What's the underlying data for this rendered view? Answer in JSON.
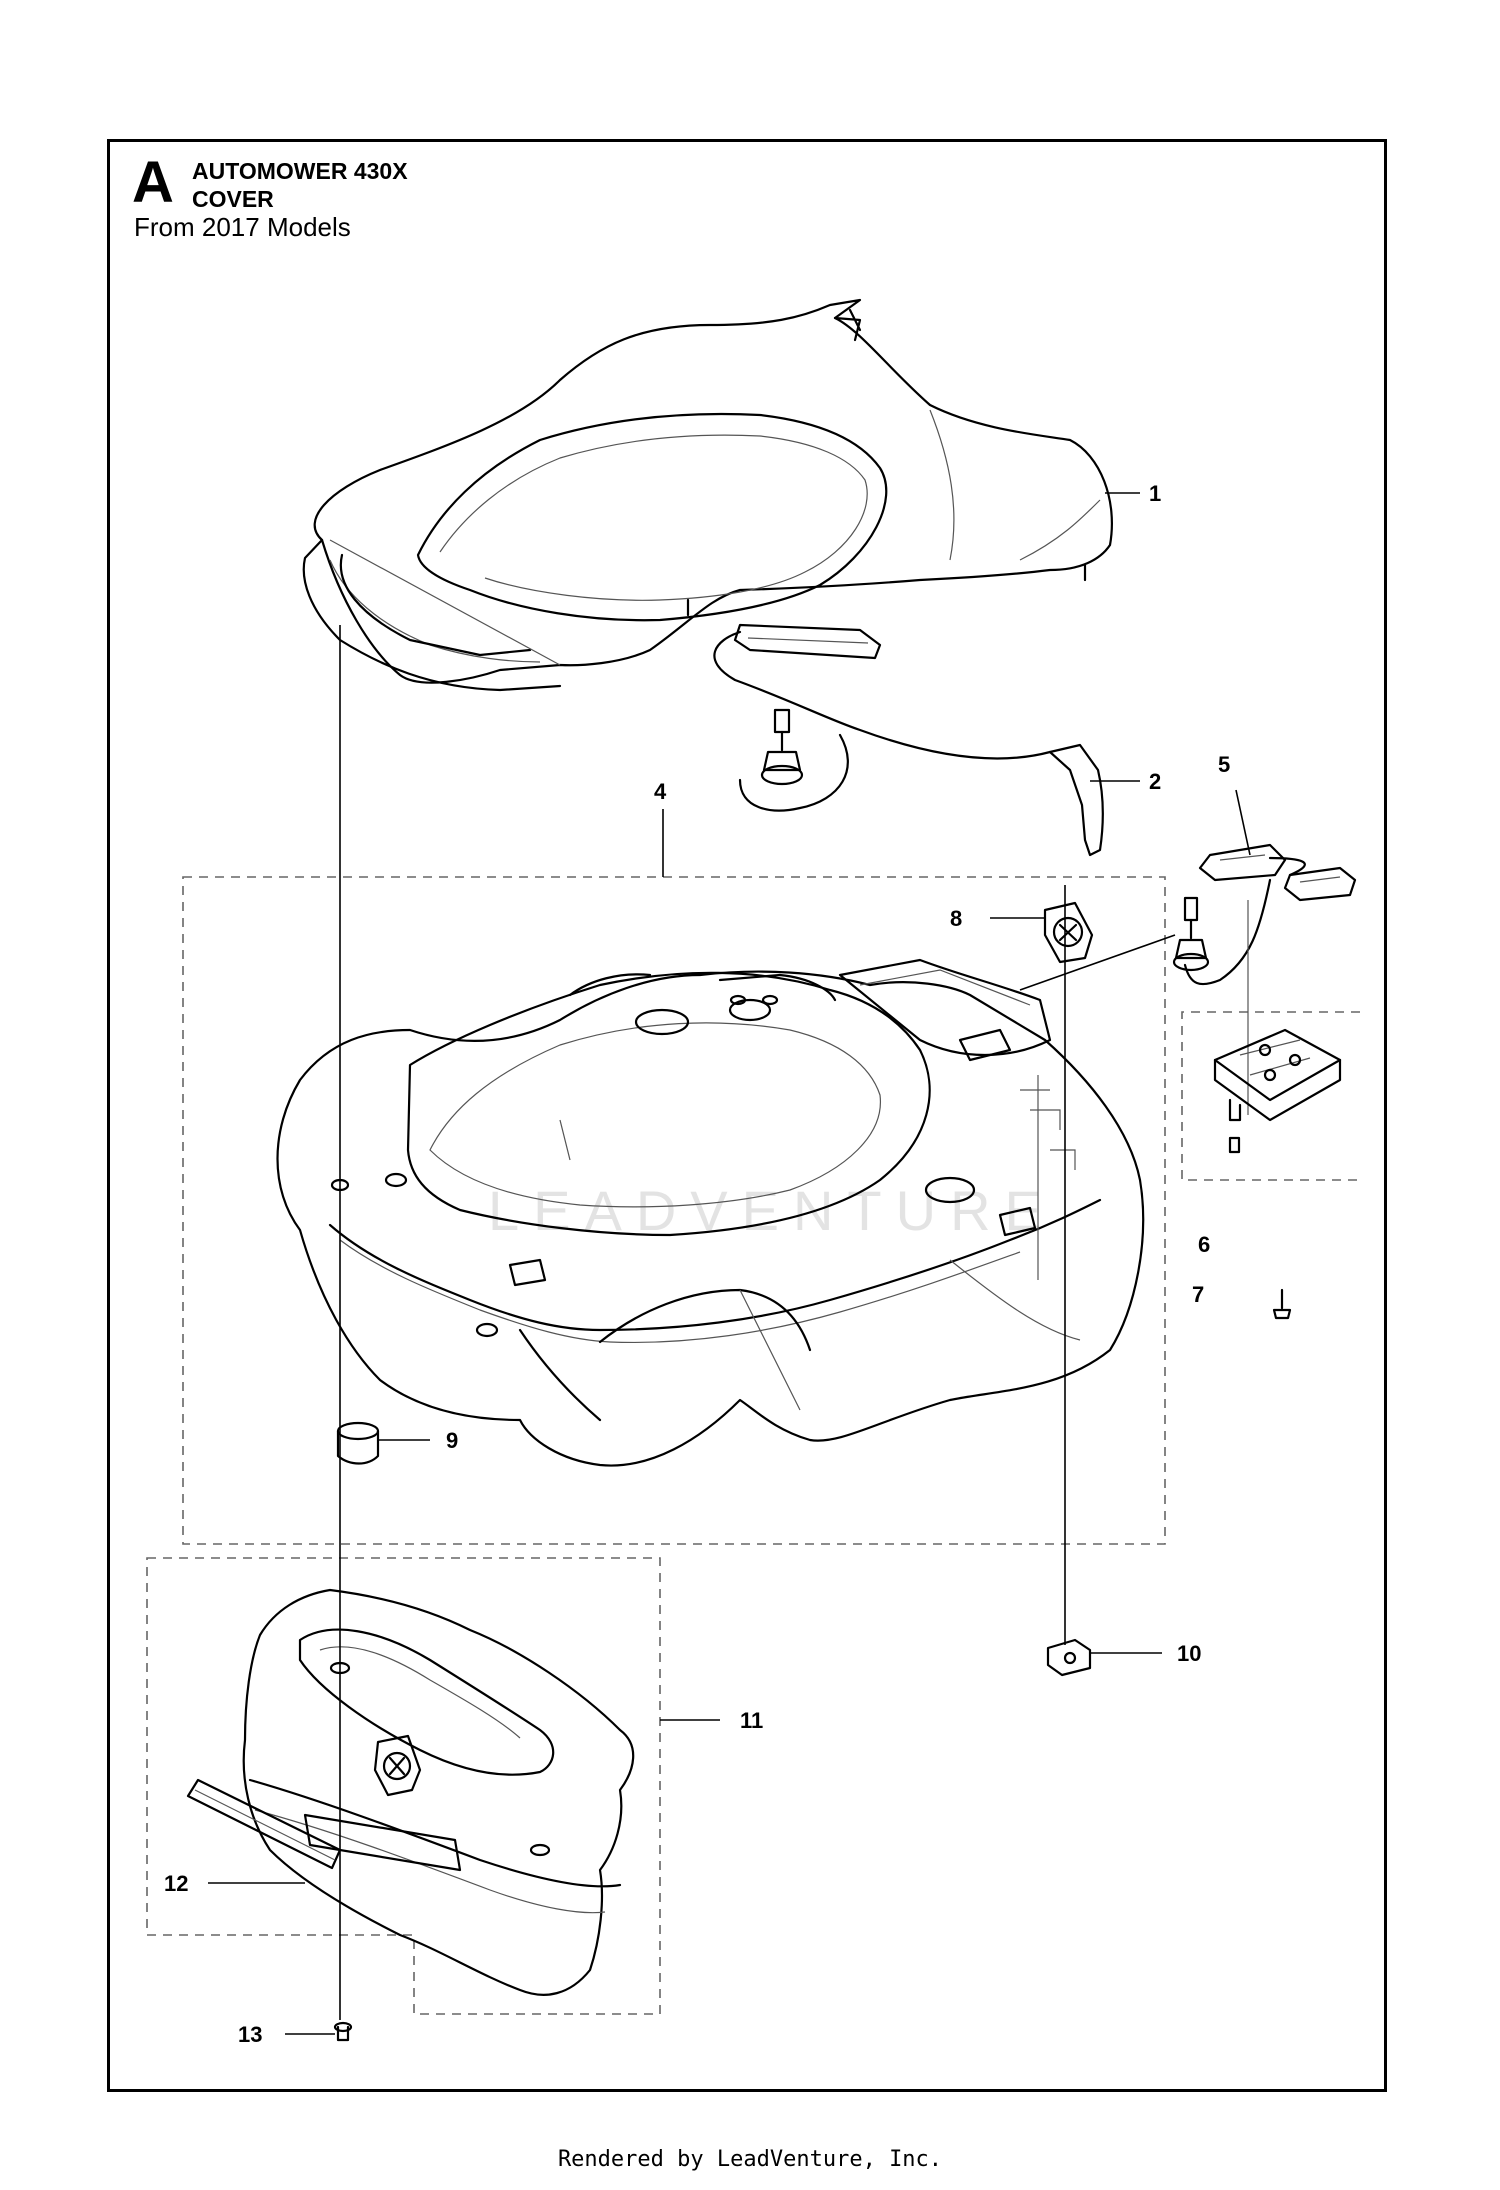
{
  "header": {
    "letter": "A",
    "model": "AUTOMOWER 430X",
    "section": "COVER",
    "note": "From 2017 Models"
  },
  "watermark": "LEADVENTURE",
  "callouts": [
    "1",
    "2",
    "4",
    "5",
    "6",
    "7",
    "8",
    "9",
    "10",
    "11",
    "12",
    "13"
  ],
  "footer": "Rendered by LeadVenture, Inc."
}
